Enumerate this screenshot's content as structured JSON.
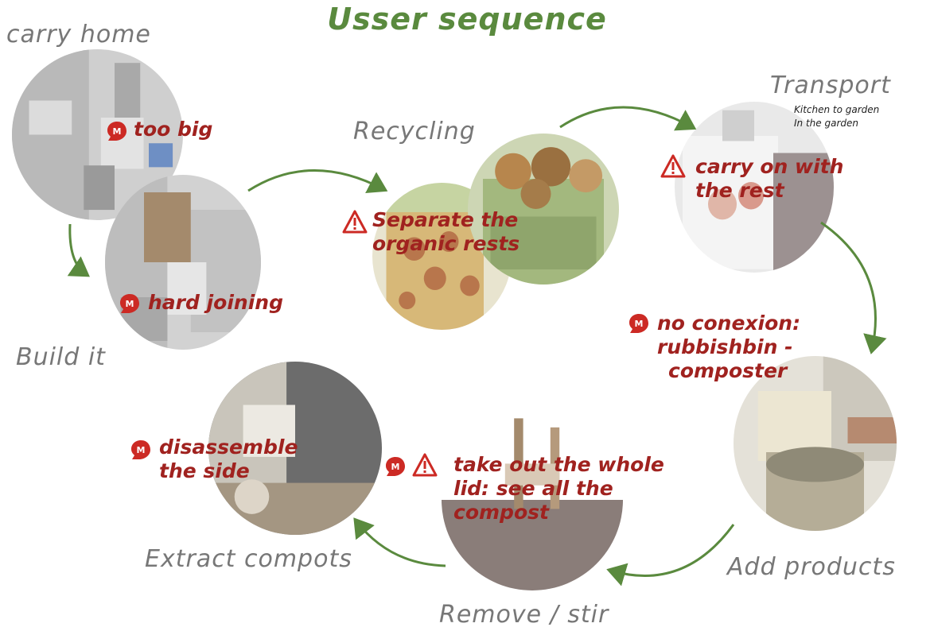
{
  "title": "Usser sequence",
  "colors": {
    "title": "#5a8a3e",
    "arrow": "#5a8a3e",
    "issue_text": "#a0221f",
    "icon_red": "#cc2a24",
    "stage_text": "#777777"
  },
  "stages": {
    "carry_home": "carry home",
    "build_it": "Build it",
    "recycling": "Recycling",
    "transport": "Transport",
    "add_products": "Add products",
    "remove_stir": "Remove / stir",
    "extract": "Extract compots"
  },
  "transport_notes": [
    "Kitchen to garden",
    "In the garden"
  ],
  "issues": {
    "too_big": [
      "too big"
    ],
    "hard_joining": [
      "hard joining"
    ],
    "separate": [
      "Separate the",
      "organic rests"
    ],
    "carry_on": [
      "carry on with",
      "the rest"
    ],
    "no_conexion": [
      "no conexion:",
      "rubbishbin -",
      "composter"
    ],
    "take_out": [
      "take out the whole",
      "lid: see all the",
      "compost"
    ],
    "disassemble": [
      "disassemble",
      "the side"
    ]
  },
  "icons": {
    "brand_marker": "m-leaf-icon",
    "warning": "warning-triangle-icon",
    "arrow": "curved-arrow-icon"
  }
}
